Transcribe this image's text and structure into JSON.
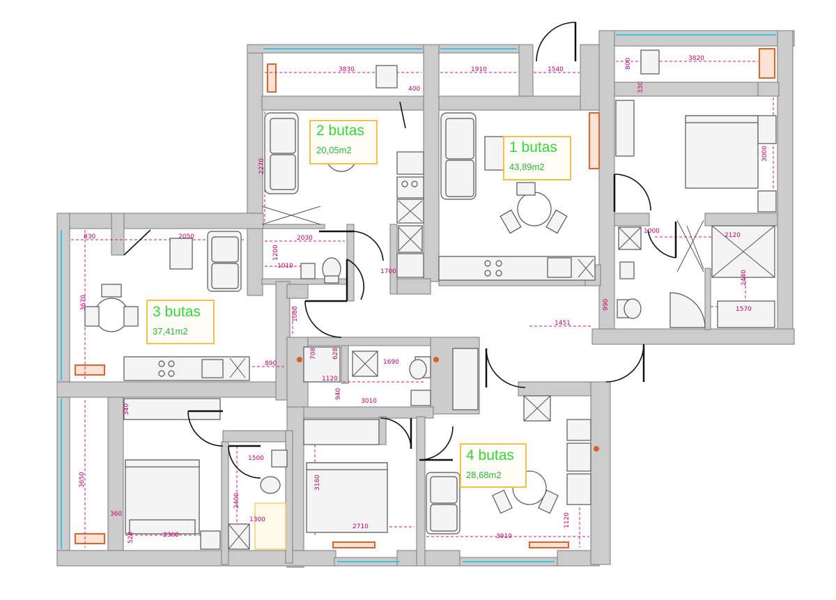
{
  "apartments": [
    {
      "name": "2 butas",
      "area": "20,05m2"
    },
    {
      "name": "1 butas",
      "area": "43,89m2"
    },
    {
      "name": "3 butas",
      "area": "37,41m2"
    },
    {
      "name": "4 butas",
      "area": "28,68m2"
    }
  ],
  "dimensions": {
    "d3830": "3830",
    "d1910": "1910",
    "d1540": "1540",
    "d3820": "3820",
    "d400": "400",
    "d800": "800",
    "d330": "330",
    "d2270": "2270",
    "d3000": "3000",
    "d2030": "2030",
    "d1200": "1200",
    "d1010": "1010",
    "d1700": "1700",
    "d1000": "1000",
    "d2120": "2120",
    "d2440": "2440",
    "d1570": "1570",
    "d990": "990",
    "d1451": "1451",
    "d830": "830",
    "d2050": "2050",
    "d3670": "3670",
    "d890": "890",
    "d1080": "1080",
    "d708": "708",
    "d628": "628",
    "d1690": "1690",
    "d1120": "1120",
    "d940": "940",
    "d3010": "3010",
    "d340": "340",
    "d1500": "1500",
    "d2400": "2400",
    "d1300": "1300",
    "d3650": "3650",
    "d360": "360",
    "d520": "520",
    "d2360": "2360",
    "d3160": "3160",
    "d2710": "2710",
    "d3910": "3910",
    "d1120b": "1120"
  },
  "colors": {
    "wall": "#cccccc",
    "wall_edge": "#7a7a7a",
    "dimension": "#d4147a",
    "apartment_label": "#39d23e",
    "apartment_box": "#f0c24a",
    "window": "#39c4e6",
    "radiator": "#e0632a"
  }
}
